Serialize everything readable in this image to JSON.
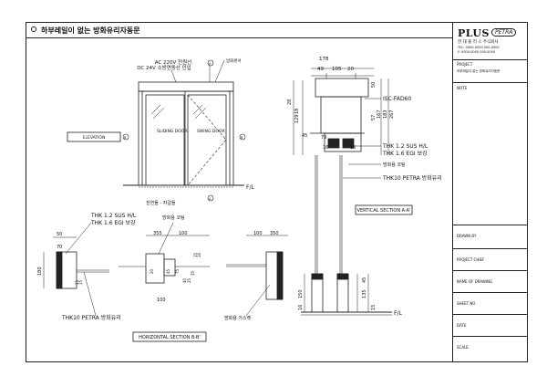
{
  "title": "하부레일이 없는 방화유리자동문",
  "logo": {
    "brand": "PLUS",
    "petra": "PETRA",
    "company": "한 대 플 러 스 주식회사",
    "tel": "TEL: 0000-0000 000-0000",
    "fax": "F: 0000-0000  000-0000"
  },
  "side_panel": {
    "project_label": "PROJECT",
    "project_value": "하부레일이 없는 방화유리자동문",
    "note_label": "NOTE",
    "drawn_by_label": "DRAWN BY",
    "project_chief_label": "PROJECT CHIEF",
    "name_of_drawing_label": "NAME OF DRAWING",
    "sheet_no_label": "SHEET NO",
    "date_label": "DATE",
    "scale_label": "SCALE"
  },
  "elevation": {
    "power_line1": "AC 220V 전원선",
    "power_line2": "DC 24V 소방연동선 인입",
    "sensor_note": "방화센서",
    "sliding_door": "SLIDING DOOR",
    "swing_door": "SWING DOOR",
    "label": "ELEVATION",
    "floor": "F/L",
    "bottom_note": "천연돌 - 자갈돌",
    "mark_a": "A",
    "mark_b": "B"
  },
  "section_aa": {
    "dims_top": [
      "178",
      "49",
      "105",
      "20"
    ],
    "dims_left": [
      "28",
      "18",
      "129"
    ],
    "dims_right": [
      "50",
      "57",
      "167",
      "183",
      "267"
    ],
    "model": "ISC-FAD60",
    "dim_45": "45",
    "dim_79": "79",
    "dim_16": "16",
    "dim_18": "18",
    "thk_sus": "THK 1.2 SUS H/L",
    "thk_egi": "THK 1.6 EGI 보강",
    "fire_coating": "방화용 코팅",
    "petra_glass": "THK10 PETRA 방화유리",
    "label": "VERTICAL SECTION A-A'",
    "dim_150": "150",
    "dim_16b": "16",
    "dim_135": "135",
    "dim_15": "15",
    "floor": "F/L",
    "dim_45b": "45"
  },
  "section_bb": {
    "thk_sus": "THK 1.2 SUS H/L",
    "thk_egi": "THK 1.6 EGI 보강",
    "fire_coating": "방화용 코팅",
    "dims_a": [
      "50",
      "70"
    ],
    "dims_b": [
      "355",
      "100"
    ],
    "dims_c": [
      "100",
      "350"
    ],
    "dims_small": [
      "15",
      "15",
      "15",
      "16"
    ],
    "dim_180": "180",
    "dim_100": "100",
    "dims_mid": [
      "20",
      "45",
      "75",
      "40",
      "25",
      "35"
    ],
    "petra_glass": "THK10 PETRA 방화유리",
    "gasket": "방화용 가스켓",
    "label": "HORIZONTAL SECTION B-B'"
  }
}
